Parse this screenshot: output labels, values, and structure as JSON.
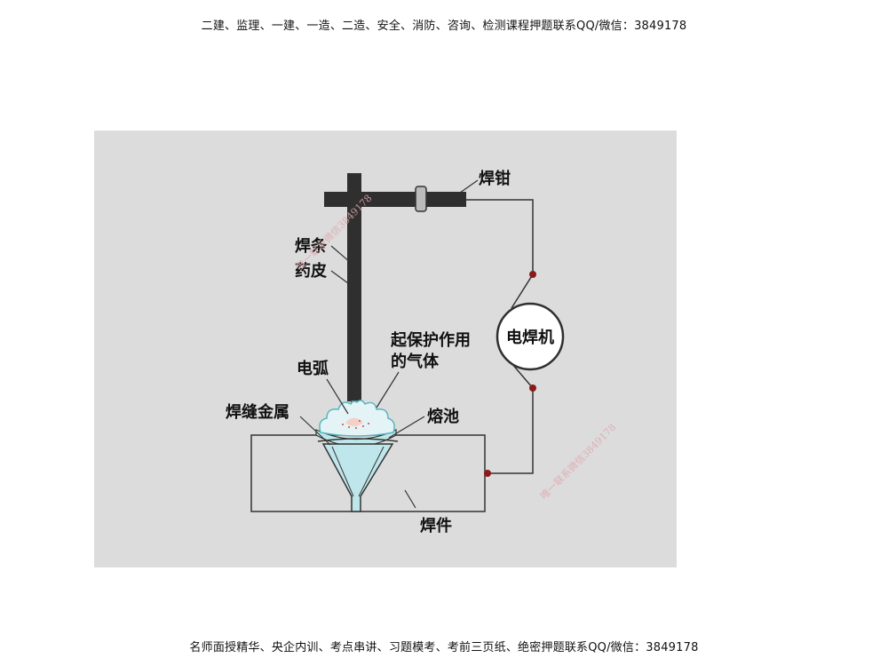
{
  "header_banner": "二建、监理、一建、一造、二造、安全、消防、咨询、检测课程押题联系QQ/微信：3849178",
  "footer_banner": "名师面授精华、央企内训、考点串讲、习题模考、考前三页纸、绝密押题联系QQ/微信：3849178",
  "diagram": {
    "labels": {
      "clamp": "焊钳",
      "electrode": "焊条",
      "coating": "药皮",
      "machine": "电焊机",
      "shield_gas_line1": "起保护作用",
      "shield_gas_line2": "的气体",
      "arc": "电弧",
      "weld_metal": "焊缝金属",
      "molten_pool": "熔池",
      "workpiece": "焊件"
    },
    "watermarks": [
      "唯一联系微信3849178",
      "唯一联系微信3849178"
    ],
    "colors": {
      "background": "#dcdcdc",
      "rod": "#2f2f2f",
      "weld": "#bfe6ea",
      "shield_gas": "#e4f4f6",
      "connector": "#8b1a1a",
      "wire": "#333333"
    }
  }
}
